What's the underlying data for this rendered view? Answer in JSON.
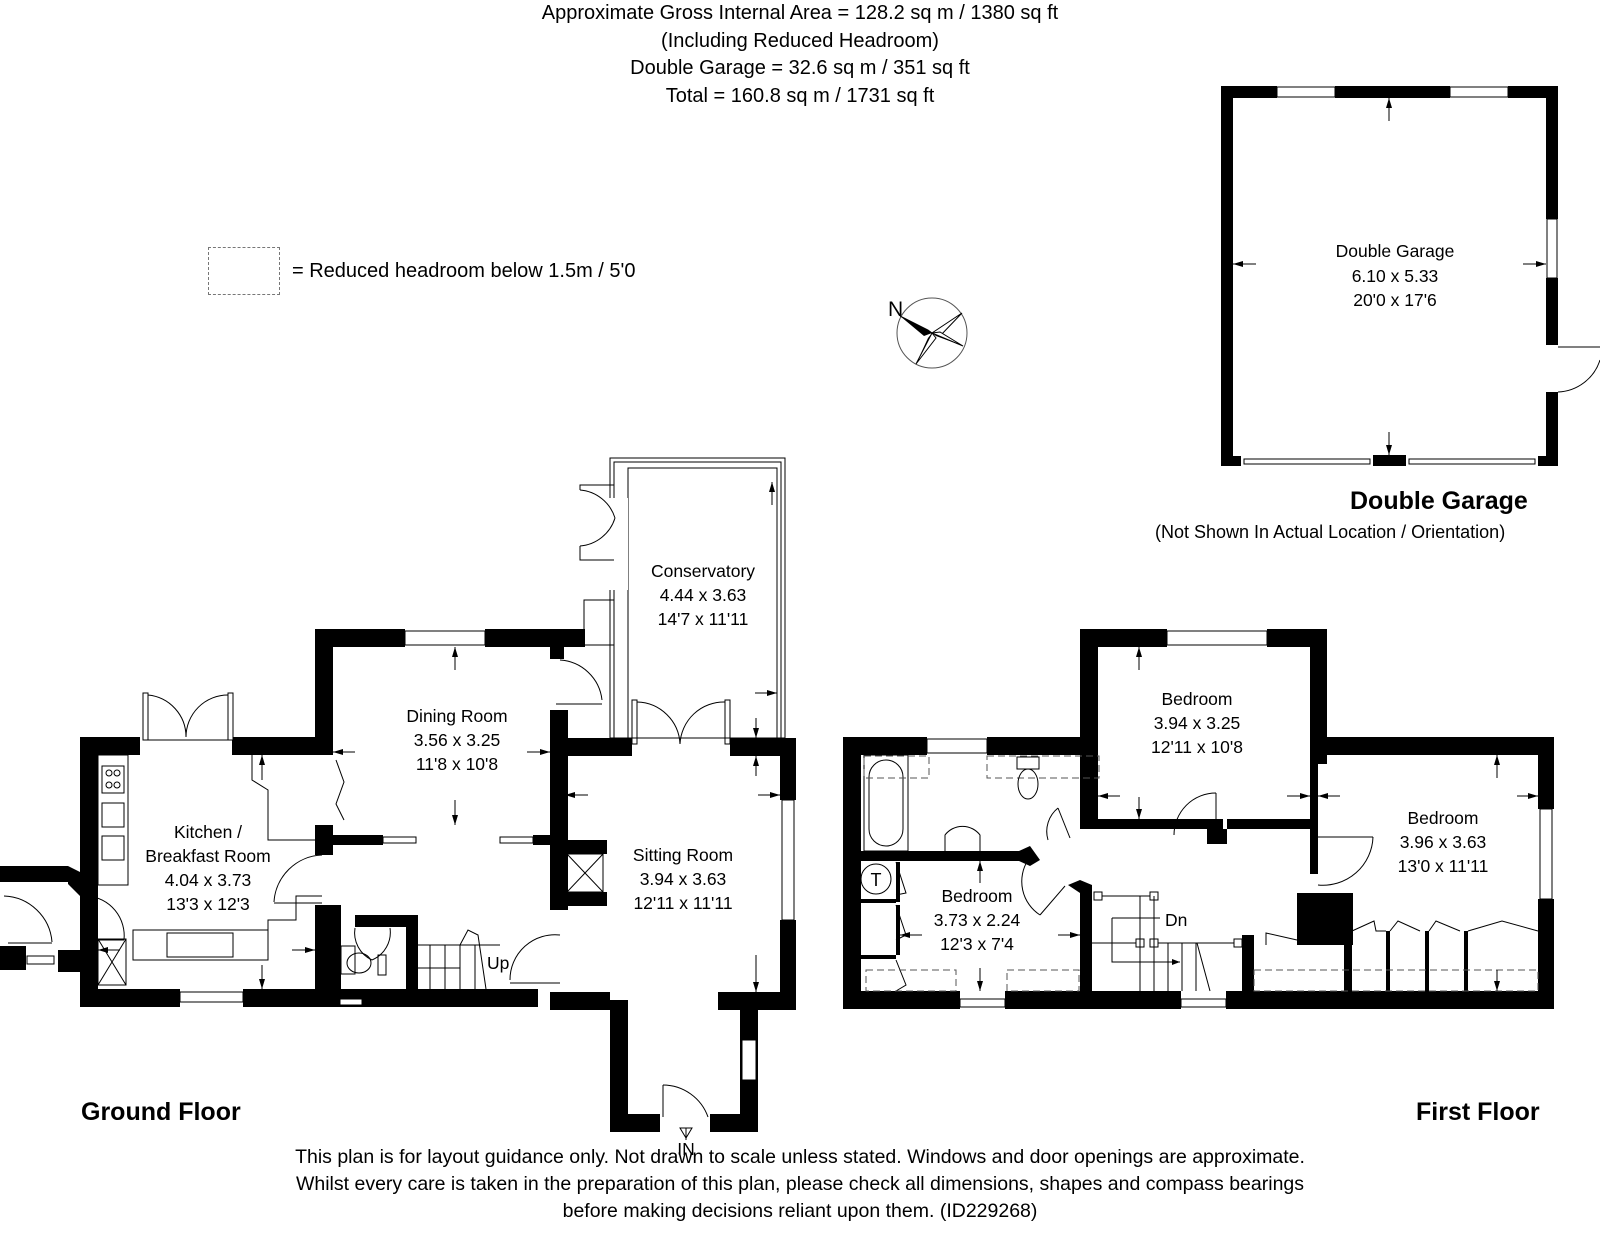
{
  "header": {
    "line1": "Approximate Gross Internal Area = 128.2 sq m / 1380 sq ft",
    "line2": "(Including Reduced Headroom)",
    "line3": "Double Garage = 32.6 sq m / 351 sq ft",
    "line4": "Total = 160.8 sq m / 1731 sq ft"
  },
  "legend": {
    "icon": "dashed-rectangle",
    "text": "= Reduced headroom below 1.5m / 5'0"
  },
  "compass": {
    "label": "N",
    "icon": "compass-rose-icon"
  },
  "garage": {
    "room": {
      "name": "Double Garage",
      "metric": "6.10 x 5.33",
      "imperial": "20'0 x 17'6"
    },
    "title": "Double Garage",
    "note": "(Not Shown In Actual Location / Orientation)"
  },
  "ground_floor": {
    "title": "Ground Floor",
    "entrance_label": "IN",
    "stairs_label": "Up",
    "rooms": [
      {
        "name": "Kitchen /",
        "name2": "Breakfast Room",
        "metric": "4.04 x 3.73",
        "imperial": "13'3 x 12'3"
      },
      {
        "name": "Dining Room",
        "metric": "3.56 x 3.25",
        "imperial": "11'8 x 10'8"
      },
      {
        "name": "Conservatory",
        "metric": "4.44 x 3.63",
        "imperial": "14'7 x 11'11"
      },
      {
        "name": "Sitting Room",
        "metric": "3.94 x 3.63",
        "imperial": "12'11 x 11'11"
      }
    ]
  },
  "first_floor": {
    "title": "First Floor",
    "stairs_label": "Dn",
    "tank_label": "T",
    "rooms": [
      {
        "name": "Bedroom",
        "metric": "3.94 x 3.25",
        "imperial": "12'11 x 10'8"
      },
      {
        "name": "Bedroom",
        "metric": "3.96 x 3.63",
        "imperial": "13'0 x 11'11"
      },
      {
        "name": "Bedroom",
        "metric": "3.73 x 2.24",
        "imperial": "12'3 x 7'4"
      }
    ]
  },
  "disclaimer": {
    "line1": "This plan is for layout guidance only. Not drawn to scale unless stated. Windows and door openings are approximate.",
    "line2": "Whilst every care is taken in the preparation of this plan, please check all dimensions, shapes and compass bearings",
    "line3": "before making decisions reliant upon them. (ID229268)"
  }
}
